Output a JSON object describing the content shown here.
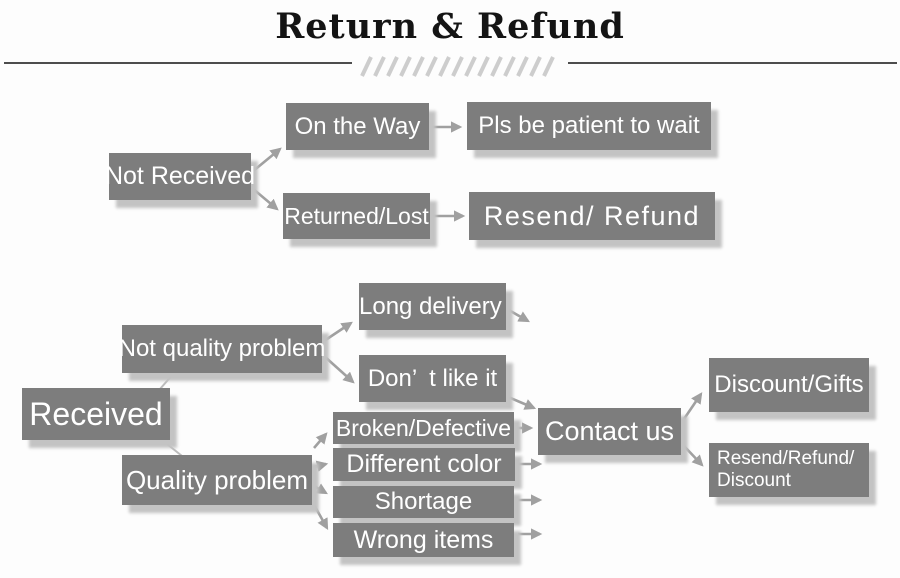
{
  "title": "Return & Refund",
  "colors": {
    "box_fill": "#7d7d7d",
    "box_shadow": "#c3c3c3",
    "box_text": "#ffffff",
    "arrow": "#a0a0a0",
    "thin_connector": "#bcbcbc",
    "title_text": "#141414",
    "rule_line": "#4d4d4d",
    "hatch": "#cdcdcd"
  },
  "nodes": {
    "not_received": "Not Received",
    "on_the_way": "On the Way",
    "pls_wait": "Pls be patient to wait",
    "returned_lost": "Returned/Lost",
    "resend_refund": "Resend/ Refund",
    "received": "Received",
    "not_quality": "Not quality problem",
    "quality": "Quality problem",
    "long_delivery": "Long delivery",
    "dont_like": "Don’ t like it",
    "broken": "Broken/Defective",
    "different_color": "Different color",
    "shortage": "Shortage",
    "wrong_items": "Wrong items",
    "contact_us": "Contact us",
    "discount_gifts": "Discount/Gifts",
    "resend_discount_line1": "Resend/Refund/",
    "resend_discount_line2": "Discount"
  }
}
